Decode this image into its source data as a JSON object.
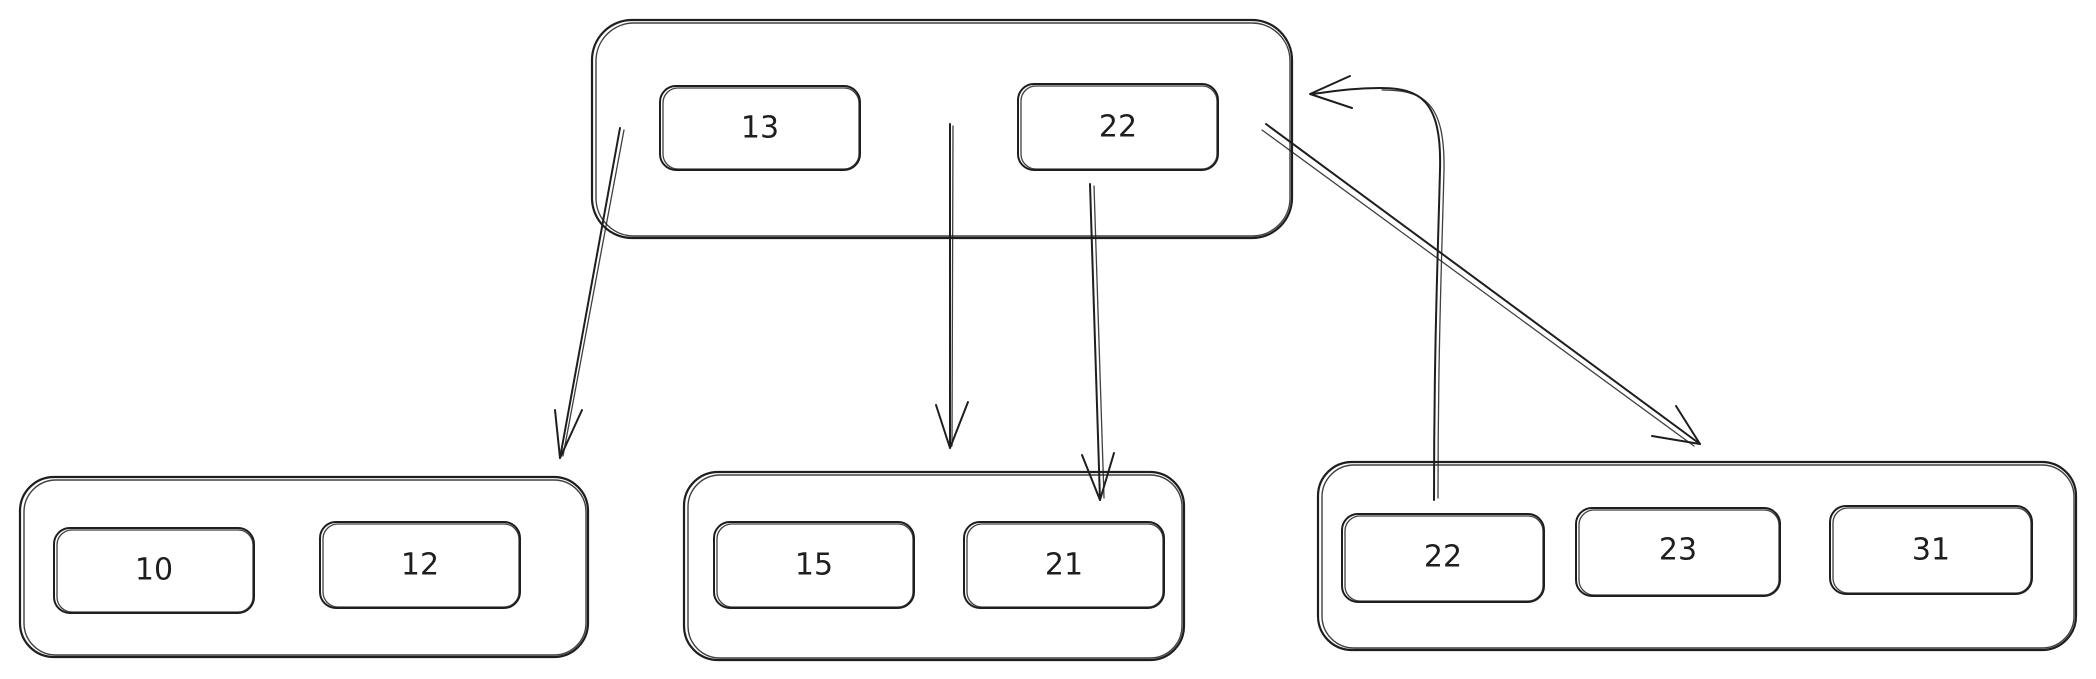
{
  "diagram": {
    "type": "b-tree",
    "root": {
      "keys": [
        "13",
        "22"
      ]
    },
    "leaves": [
      {
        "keys": [
          "10",
          "12"
        ]
      },
      {
        "keys": [
          "15",
          "21"
        ]
      },
      {
        "keys": [
          "22",
          "23",
          "31"
        ]
      }
    ]
  }
}
